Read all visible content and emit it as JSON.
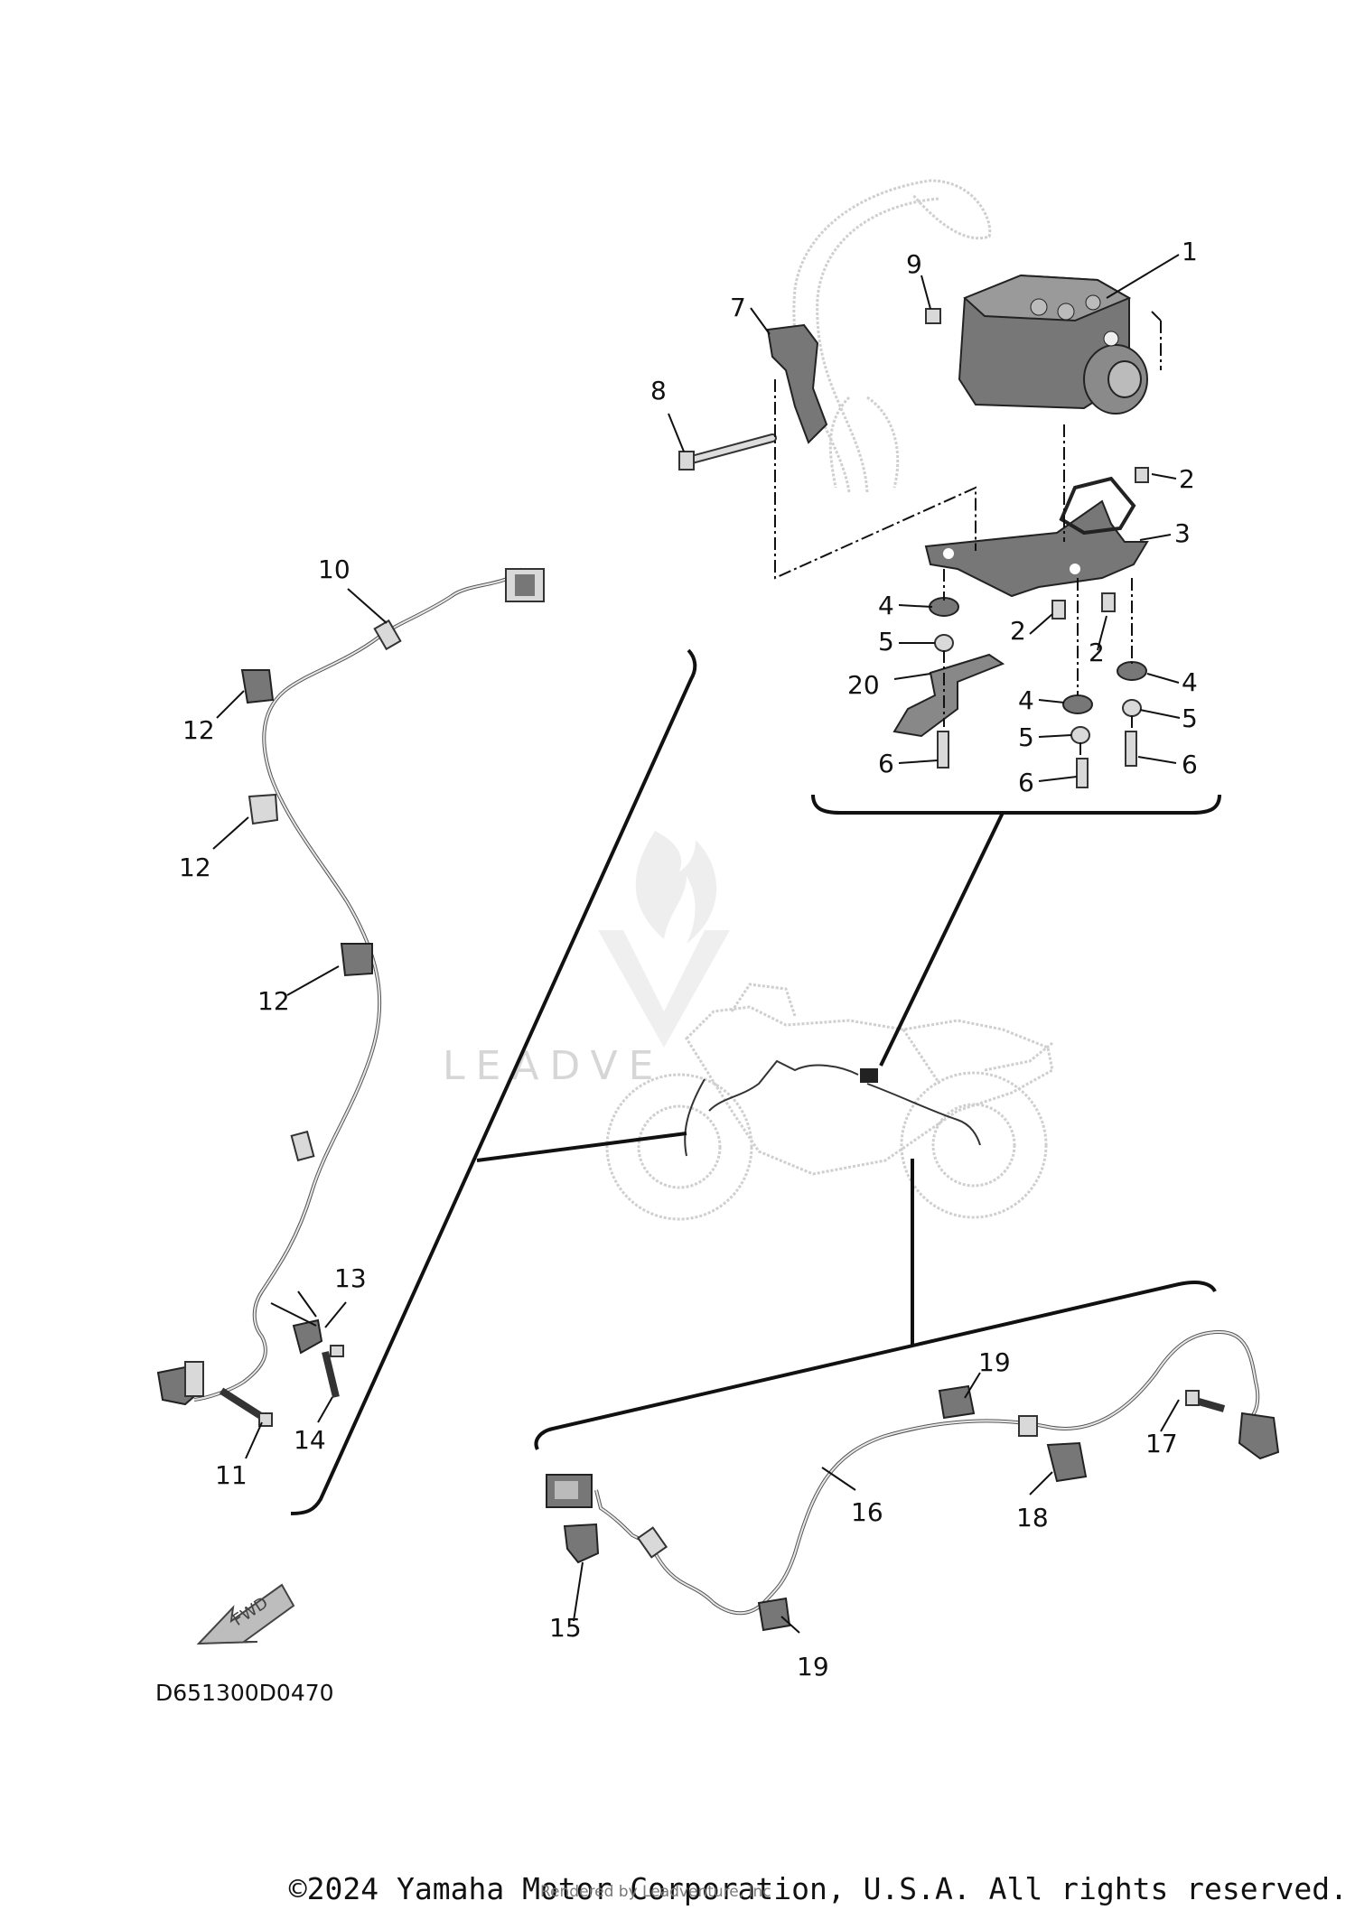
{
  "diagram": {
    "drawing_code": "D651300D0470",
    "fwd_label": "FWD",
    "watermark": "LEADVE",
    "callouts": [
      {
        "id": "c1",
        "label": "1"
      },
      {
        "id": "c2a",
        "label": "2"
      },
      {
        "id": "c2b",
        "label": "2"
      },
      {
        "id": "c2c",
        "label": "2"
      },
      {
        "id": "c3",
        "label": "3"
      },
      {
        "id": "c4a",
        "label": "4"
      },
      {
        "id": "c4b",
        "label": "4"
      },
      {
        "id": "c4c",
        "label": "4"
      },
      {
        "id": "c5a",
        "label": "5"
      },
      {
        "id": "c5b",
        "label": "5"
      },
      {
        "id": "c5c",
        "label": "5"
      },
      {
        "id": "c6a",
        "label": "6"
      },
      {
        "id": "c6b",
        "label": "6"
      },
      {
        "id": "c6c",
        "label": "6"
      },
      {
        "id": "c7",
        "label": "7"
      },
      {
        "id": "c8",
        "label": "8"
      },
      {
        "id": "c9",
        "label": "9"
      },
      {
        "id": "c10",
        "label": "10"
      },
      {
        "id": "c11",
        "label": "11"
      },
      {
        "id": "c12a",
        "label": "12"
      },
      {
        "id": "c12b",
        "label": "12"
      },
      {
        "id": "c12c",
        "label": "12"
      },
      {
        "id": "c13",
        "label": "13"
      },
      {
        "id": "c14",
        "label": "14"
      },
      {
        "id": "c15",
        "label": "15"
      },
      {
        "id": "c16",
        "label": "16"
      },
      {
        "id": "c17",
        "label": "17"
      },
      {
        "id": "c18",
        "label": "18"
      },
      {
        "id": "c19a",
        "label": "19"
      },
      {
        "id": "c19b",
        "label": "19"
      },
      {
        "id": "c20",
        "label": "20"
      }
    ]
  },
  "footer": {
    "copyright": "©2024 Yamaha Motor Corporation, U.S.A. All rights reserved.",
    "rendered_by": "Rendered by Leadventure, Inc"
  }
}
